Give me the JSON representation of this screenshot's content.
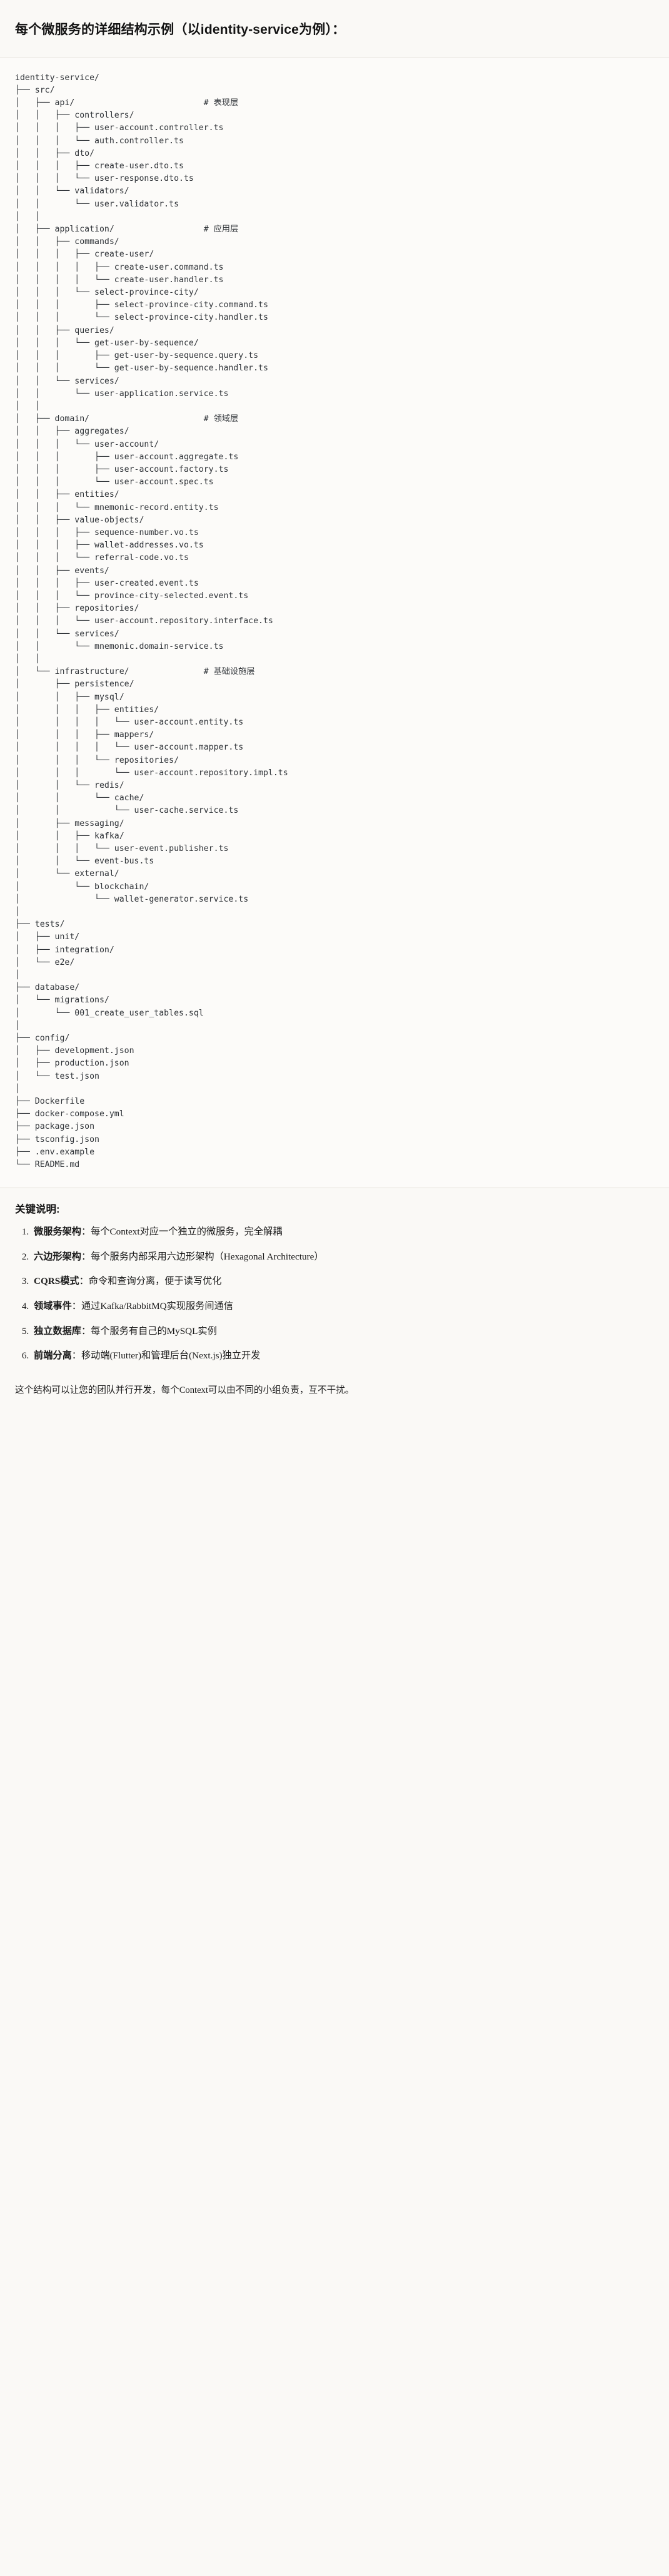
{
  "heading": "每个微服务的详细结构示例（以identity-service为例）：",
  "tree": {
    "root": "identity-service/",
    "text": "identity-service/\n├── src/\n│   ├── api/                          # 表现层\n│   │   ├── controllers/\n│   │   │   ├── user-account.controller.ts\n│   │   │   └── auth.controller.ts\n│   │   ├── dto/\n│   │   │   ├── create-user.dto.ts\n│   │   │   └── user-response.dto.ts\n│   │   └── validators/\n│   │       └── user.validator.ts\n│   │\n│   ├── application/                  # 应用层\n│   │   ├── commands/\n│   │   │   ├── create-user/\n│   │   │   │   ├── create-user.command.ts\n│   │   │   │   └── create-user.handler.ts\n│   │   │   └── select-province-city/\n│   │   │       ├── select-province-city.command.ts\n│   │   │       └── select-province-city.handler.ts\n│   │   ├── queries/\n│   │   │   └── get-user-by-sequence/\n│   │   │       ├── get-user-by-sequence.query.ts\n│   │   │       └── get-user-by-sequence.handler.ts\n│   │   └── services/\n│   │       └── user-application.service.ts\n│   │\n│   ├── domain/                       # 领域层\n│   │   ├── aggregates/\n│   │   │   └── user-account/\n│   │   │       ├── user-account.aggregate.ts\n│   │   │       ├── user-account.factory.ts\n│   │   │       └── user-account.spec.ts\n│   │   ├── entities/\n│   │   │   └── mnemonic-record.entity.ts\n│   │   ├── value-objects/\n│   │   │   ├── sequence-number.vo.ts\n│   │   │   ├── wallet-addresses.vo.ts\n│   │   │   └── referral-code.vo.ts\n│   │   ├── events/\n│   │   │   ├── user-created.event.ts\n│   │   │   └── province-city-selected.event.ts\n│   │   ├── repositories/\n│   │   │   └── user-account.repository.interface.ts\n│   │   └── services/\n│   │       └── mnemonic.domain-service.ts\n│   │\n│   └── infrastructure/               # 基础设施层\n│       ├── persistence/\n│       │   ├── mysql/\n│       │   │   ├── entities/\n│       │   │   │   └── user-account.entity.ts\n│       │   │   ├── mappers/\n│       │   │   │   └── user-account.mapper.ts\n│       │   │   └── repositories/\n│       │   │       └── user-account.repository.impl.ts\n│       │   └── redis/\n│       │       └── cache/\n│       │           └── user-cache.service.ts\n│       ├── messaging/\n│       │   ├── kafka/\n│       │   │   └── user-event.publisher.ts\n│       │   └── event-bus.ts\n│       └── external/\n│           └── blockchain/\n│               └── wallet-generator.service.ts\n│\n├── tests/\n│   ├── unit/\n│   ├── integration/\n│   └── e2e/\n│\n├── database/\n│   └── migrations/\n│       └── 001_create_user_tables.sql\n│\n├── config/\n│   ├── development.json\n│   ├── production.json\n│   └── test.json\n│\n├── Dockerfile\n├── docker-compose.yml\n├── package.json\n├── tsconfig.json\n├── .env.example\n└── README.md",
    "layer_comments": [
      {
        "path": "src/api/",
        "comment": "# 表现层"
      },
      {
        "path": "src/application/",
        "comment": "# 应用层"
      },
      {
        "path": "src/domain/",
        "comment": "# 领域层"
      },
      {
        "path": "src/infrastructure/",
        "comment": "# 基础设施层"
      }
    ]
  },
  "notes": {
    "title": "关键说明:",
    "items": [
      {
        "term": "微服务架构",
        "sep": "：",
        "body": "每个Context对应一个独立的微服务，完全解耦"
      },
      {
        "term": "六边形架构",
        "sep": "：",
        "body": "每个服务内部采用六边形架构（Hexagonal Architecture）"
      },
      {
        "term": "CQRS模式",
        "sep": "：",
        "body": "命令和查询分离，便于读写优化"
      },
      {
        "term": "领域事件",
        "sep": "：",
        "body": "通过Kafka/RabbitMQ实现服务间通信"
      },
      {
        "term": "独立数据库",
        "sep": "：",
        "body": "每个服务有自己的MySQL实例"
      },
      {
        "term": "前端分离",
        "sep": "：",
        "body": "移动端(Flutter)和管理后台(Next.js)独立开发"
      }
    ]
  },
  "closing": "这个结构可以让您的团队并行开发，每个Context可以由不同的小组负责，互不干扰。",
  "colors": {
    "page_bg": "#faf9f6",
    "code_bg": "#fcfbf9",
    "text": "#1a1a1a",
    "tree_text": "#2f3338",
    "rule": "#e3e1da"
  }
}
